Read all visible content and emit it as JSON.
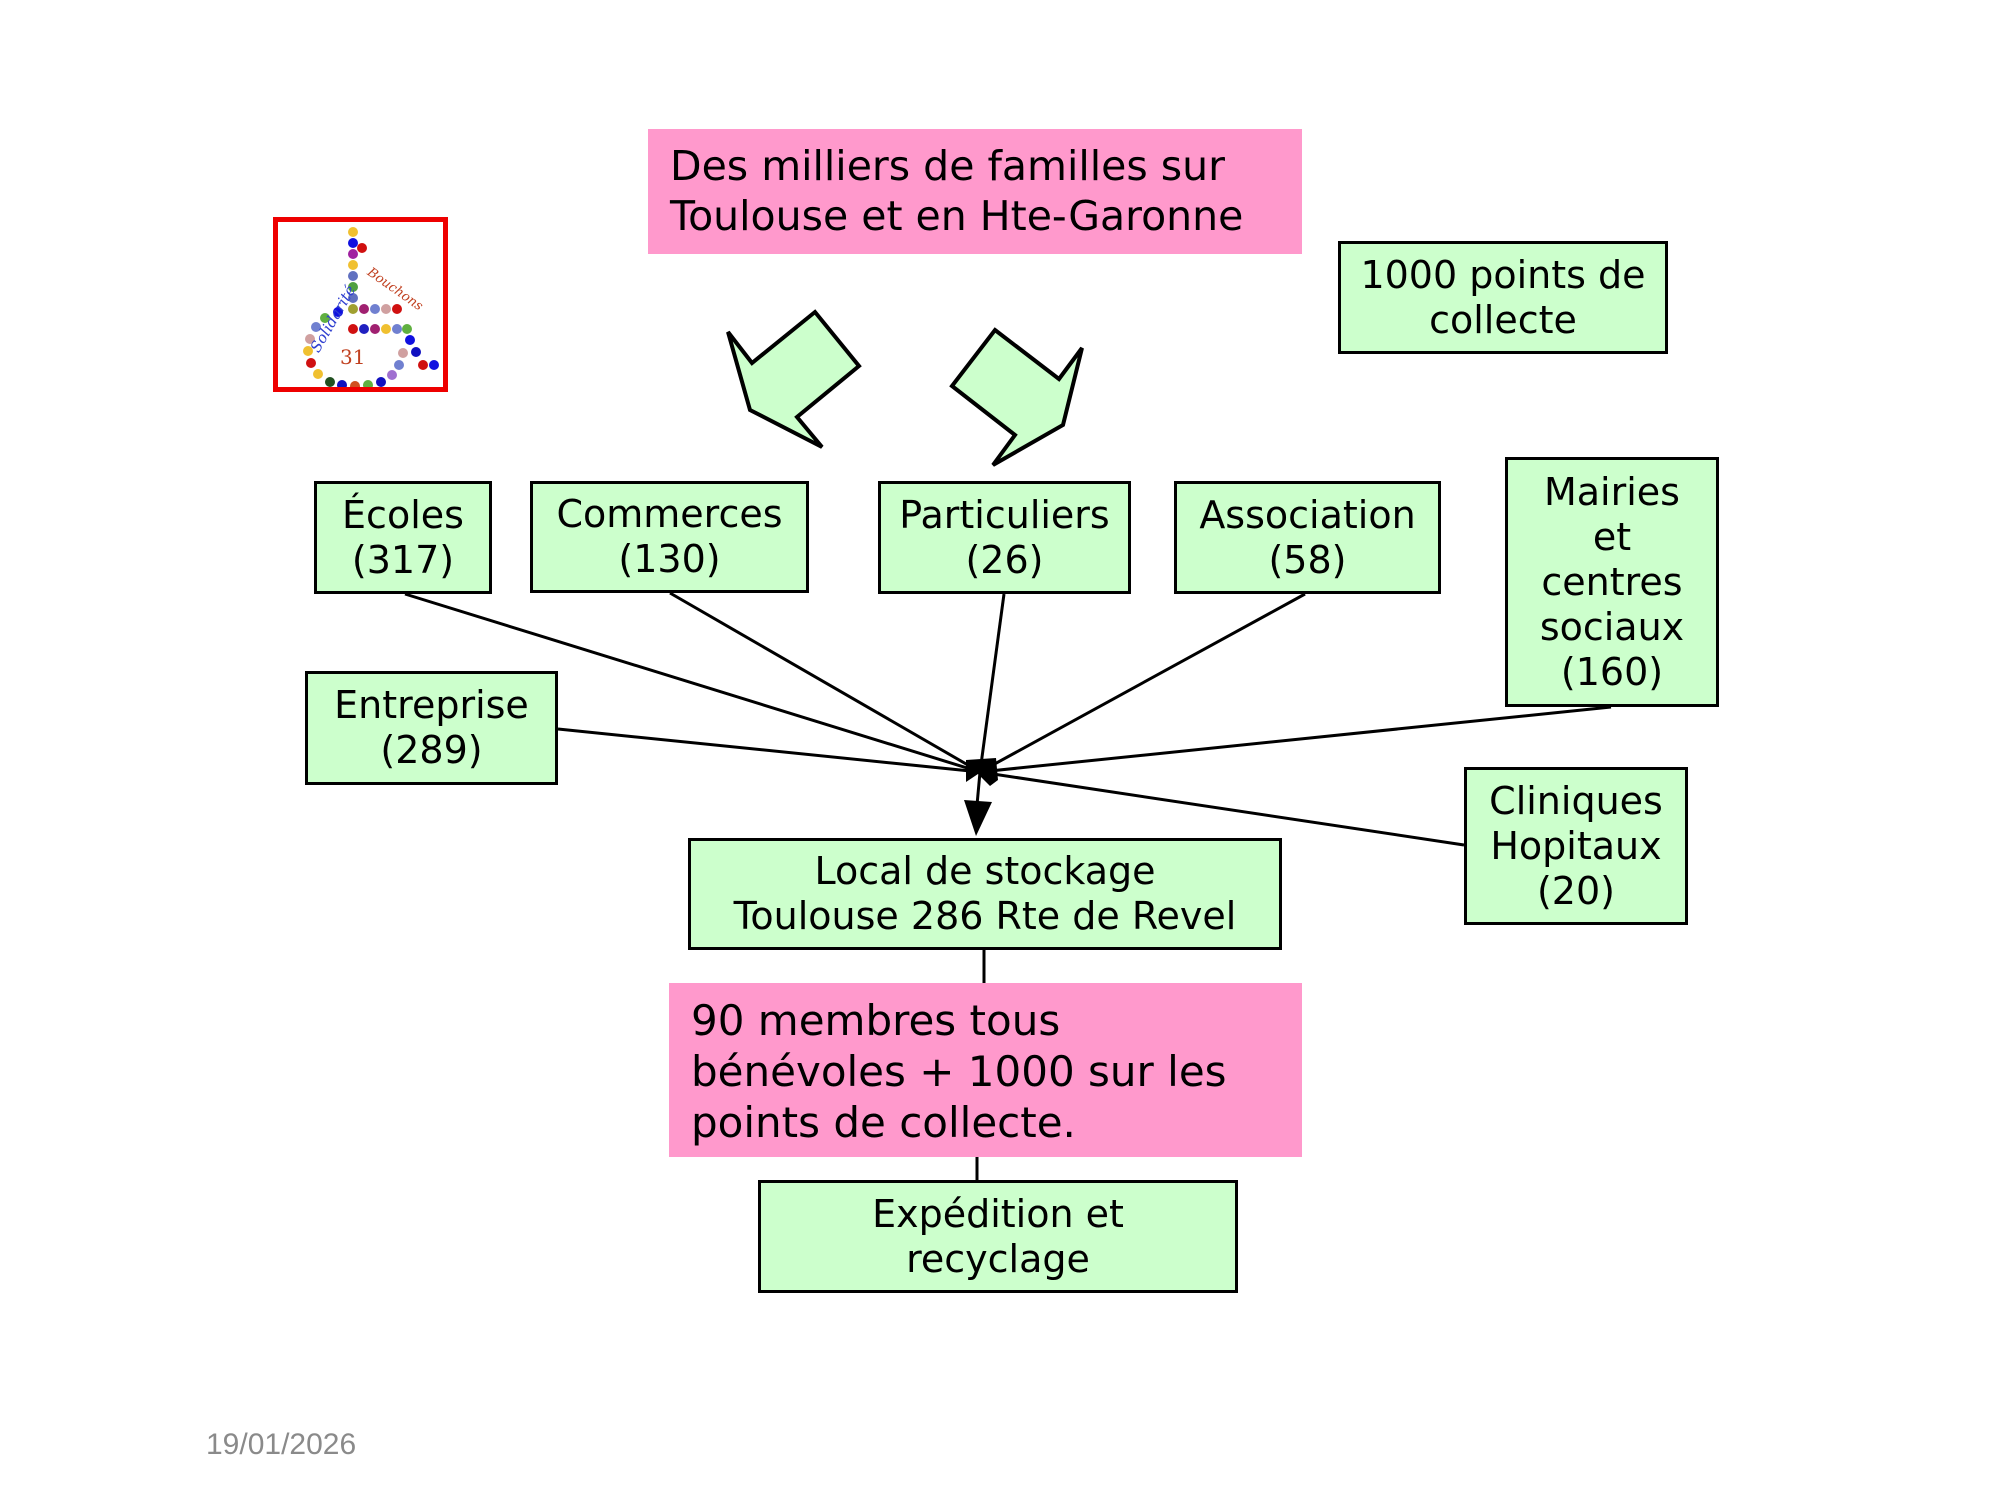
{
  "top_banner": "Des milliers de familles sur\nToulouse et en Hte-Garonne",
  "collection_points": "1000 points de\ncollecte",
  "logo": {
    "text_left": "Solidarité",
    "text_right": "Bouchons",
    "number": "31",
    "border_color": "#ee0000"
  },
  "sources": {
    "ecoles": "Écoles\n(317)",
    "commerces": "Commerces\n(130)",
    "particuliers": "Particuliers\n(26)",
    "association": "Association\n(58)",
    "mairies": "Mairies\net\ncentres\nsociaux\n(160)",
    "entreprise": "Entreprise\n(289)",
    "cliniques": "Cliniques\nHopitaux\n(20)"
  },
  "storage": "Local de stockage\nToulouse 286 Rte de Revel",
  "members": "90 membres tous\nbénévoles + 1000 sur les\npoints de collecte.",
  "shipping": "Expédition et\nrecyclage",
  "date": "19/01/2026",
  "colors": {
    "box_fill": "#ccffcc",
    "pink_fill": "#ff99cc"
  }
}
